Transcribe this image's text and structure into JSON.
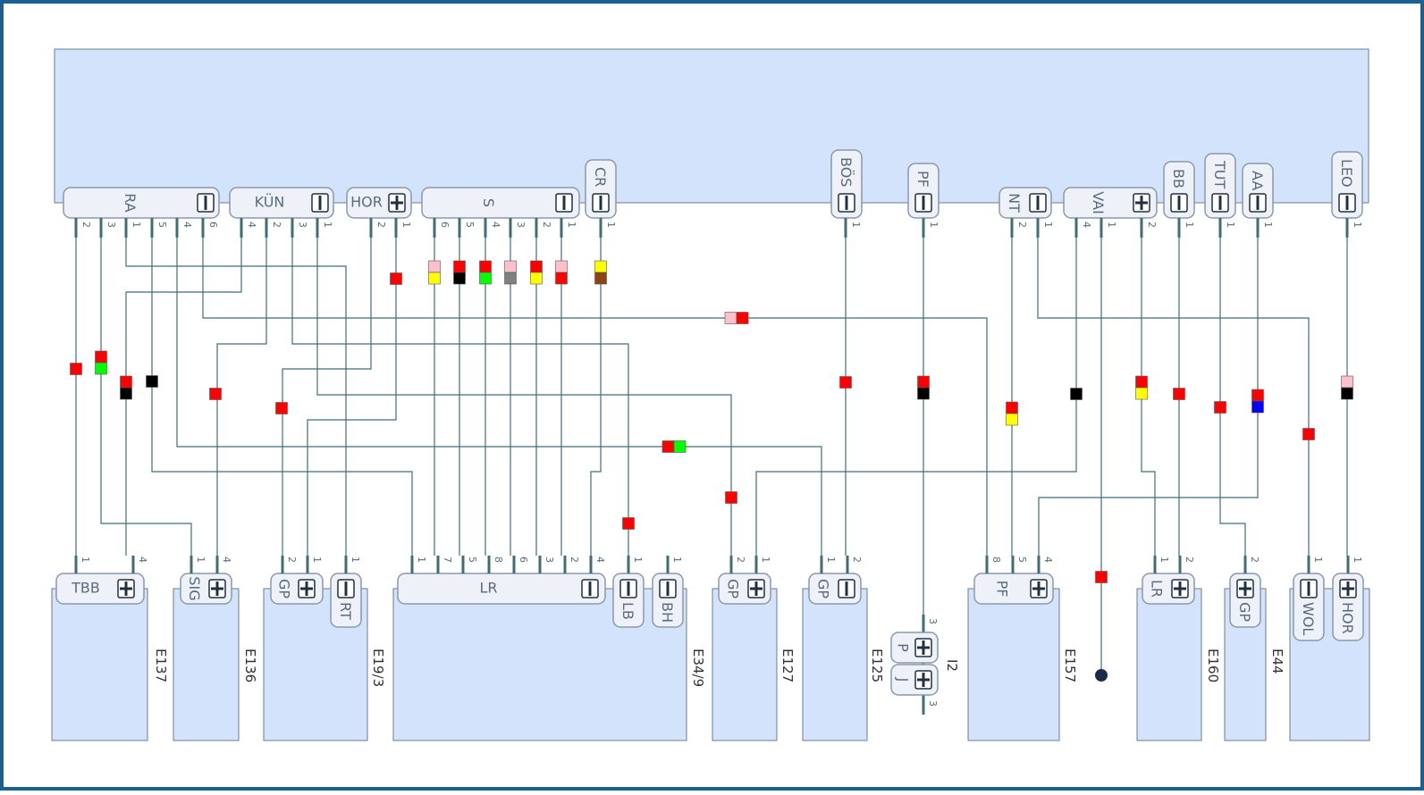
{
  "colors": {
    "frame": "#1a6090",
    "block_fill": "#d4e3fc",
    "block_stroke": "#6b7c8c",
    "wire": "#3f6e77",
    "connector_fill": "#eef2f8",
    "connector_stroke": "#8899aa",
    "red": "#ff0000",
    "pink": "#ffc0cb",
    "yellow": "#ffff00",
    "black": "#000000",
    "green": "#00ff00",
    "gray": "#808080",
    "brown": "#8b4513",
    "blue": "#0000ff"
  },
  "top_connectors": [
    {
      "name": "RA",
      "polarity": "minus",
      "pins": [
        "2",
        "3",
        "1",
        "5",
        "4",
        "6"
      ]
    },
    {
      "name": "KÜN",
      "polarity": "minus",
      "pins": [
        "4",
        "2",
        "3",
        "1"
      ]
    },
    {
      "name": "HOR",
      "polarity": "plus",
      "pins": [
        "2",
        "1"
      ]
    },
    {
      "name": "S",
      "polarity": "minus",
      "pins": [
        "6",
        "5",
        "4",
        "3",
        "2",
        "1"
      ]
    },
    {
      "name": "CR",
      "polarity": "minus",
      "pins": [
        "1"
      ]
    },
    {
      "name": "BÖS",
      "polarity": "minus",
      "pins": [
        "1"
      ]
    },
    {
      "name": "PF",
      "polarity": "minus",
      "pins": [
        "1"
      ]
    },
    {
      "name": "NT",
      "polarity": "minus",
      "pins": [
        "2",
        "1"
      ]
    },
    {
      "name": "VAI",
      "polarity": "plus",
      "pins": [
        "4",
        "1",
        "2"
      ]
    },
    {
      "name": "BB",
      "polarity": "minus",
      "pins": [
        "1"
      ]
    },
    {
      "name": "TUT",
      "polarity": "minus",
      "pins": [
        "1"
      ]
    },
    {
      "name": "AA",
      "polarity": "minus",
      "pins": [
        "1"
      ]
    },
    {
      "name": "LEO",
      "polarity": "minus",
      "pins": [
        "1"
      ]
    }
  ],
  "components": [
    {
      "id": "E137",
      "connectors": [
        {
          "name": "TBB",
          "polarity": "plus",
          "pins": [
            "1",
            "4"
          ]
        }
      ]
    },
    {
      "id": "E136",
      "connectors": [
        {
          "name": "SIG",
          "polarity": "plus",
          "pins": [
            "1",
            "4"
          ]
        }
      ]
    },
    {
      "id": "E19/3",
      "connectors": [
        {
          "name": "GP",
          "polarity": "plus",
          "pins": [
            "2",
            "1"
          ]
        },
        {
          "name": "RT",
          "polarity": "minus",
          "pins": [
            "1"
          ]
        }
      ]
    },
    {
      "id": "E34/9",
      "connectors": [
        {
          "name": "LR",
          "polarity": "minus",
          "pins": [
            "1",
            "7",
            "5",
            "8",
            "6",
            "3",
            "2",
            "4"
          ]
        },
        {
          "name": "LB",
          "polarity": "minus",
          "pins": [
            "1"
          ]
        },
        {
          "name": "BH",
          "polarity": "minus",
          "pins": [
            "1"
          ]
        }
      ]
    },
    {
      "id": "E127",
      "connectors": [
        {
          "name": "GP",
          "polarity": "plus",
          "pins": [
            "2",
            "1"
          ]
        }
      ]
    },
    {
      "id": "E125",
      "connectors": [
        {
          "name": "GP",
          "polarity": "minus",
          "pins": [
            "1",
            "2"
          ]
        }
      ]
    },
    {
      "id": "I2",
      "connectors": [
        {
          "name": "P",
          "polarity": "plus",
          "pins": [
            "3"
          ]
        },
        {
          "name": "J",
          "polarity": "plus",
          "pins": [
            "3"
          ]
        }
      ]
    },
    {
      "id": "E157",
      "connectors": [
        {
          "name": "PF",
          "polarity": "plus",
          "pins": [
            "8",
            "5",
            "4"
          ]
        }
      ]
    },
    {
      "id": "E160",
      "connectors": [
        {
          "name": "LR",
          "polarity": "plus",
          "pins": [
            "1",
            "2"
          ]
        }
      ]
    },
    {
      "id": "E44",
      "connectors": [
        {
          "name": "GP",
          "polarity": "plus",
          "pins": [
            "2"
          ]
        }
      ]
    },
    {
      "id": "",
      "connectors": [
        {
          "name": "WOL",
          "polarity": "minus",
          "pins": [
            "1"
          ]
        },
        {
          "name": "HOR",
          "polarity": "plus",
          "pins": [
            "1"
          ]
        }
      ]
    }
  ],
  "wire_color_codes": [
    [
      "red"
    ],
    [
      "red",
      "green"
    ],
    [
      "red",
      "black"
    ],
    [
      "black"
    ],
    [
      "red"
    ],
    [
      "red"
    ],
    [
      "red"
    ],
    [
      "pink",
      "yellow"
    ],
    [
      "red",
      "black"
    ],
    [
      "red",
      "green"
    ],
    [
      "pink",
      "gray"
    ],
    [
      "red",
      "yellow"
    ],
    [
      "pink",
      "red"
    ],
    [
      "yellow",
      "brown"
    ],
    [
      "pink",
      "red"
    ],
    [
      "red",
      "green"
    ],
    [
      "red"
    ],
    [
      "red"
    ],
    [
      "red"
    ],
    [
      "red",
      "black"
    ],
    [
      "red",
      "yellow"
    ],
    [
      "black"
    ],
    [
      "red"
    ],
    [
      "red",
      "yellow"
    ],
    [
      "red"
    ],
    [
      "red"
    ],
    [
      "red",
      "blue"
    ],
    [
      "red"
    ],
    [
      "pink",
      "black"
    ]
  ]
}
